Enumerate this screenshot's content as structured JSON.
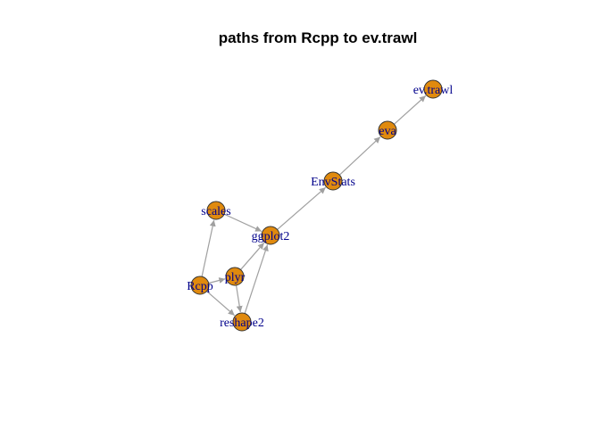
{
  "title": "paths from Rcpp to ev.trawl",
  "colors": {
    "node_fill": "#E08A0E",
    "node_stroke": "#333333",
    "edge": "#A0A0A0",
    "label": "#00008B"
  },
  "nodes": [
    {
      "id": "Rcpp",
      "label": "Rcpp"
    },
    {
      "id": "scales",
      "label": "scales"
    },
    {
      "id": "plyr",
      "label": "plyr"
    },
    {
      "id": "reshape2",
      "label": "reshape2"
    },
    {
      "id": "ggplot2",
      "label": "ggplot2"
    },
    {
      "id": "EnvStats",
      "label": "EnvStats"
    },
    {
      "id": "eva",
      "label": "eva"
    },
    {
      "id": "ev.trawl",
      "label": "ev.trawl"
    }
  ],
  "edges": [
    {
      "from": "Rcpp",
      "to": "scales"
    },
    {
      "from": "Rcpp",
      "to": "plyr"
    },
    {
      "from": "Rcpp",
      "to": "reshape2"
    },
    {
      "from": "plyr",
      "to": "reshape2"
    },
    {
      "from": "plyr",
      "to": "ggplot2"
    },
    {
      "from": "reshape2",
      "to": "ggplot2"
    },
    {
      "from": "scales",
      "to": "ggplot2"
    },
    {
      "from": "ggplot2",
      "to": "EnvStats"
    },
    {
      "from": "EnvStats",
      "to": "eva"
    },
    {
      "from": "eva",
      "to": "ev.trawl"
    }
  ]
}
